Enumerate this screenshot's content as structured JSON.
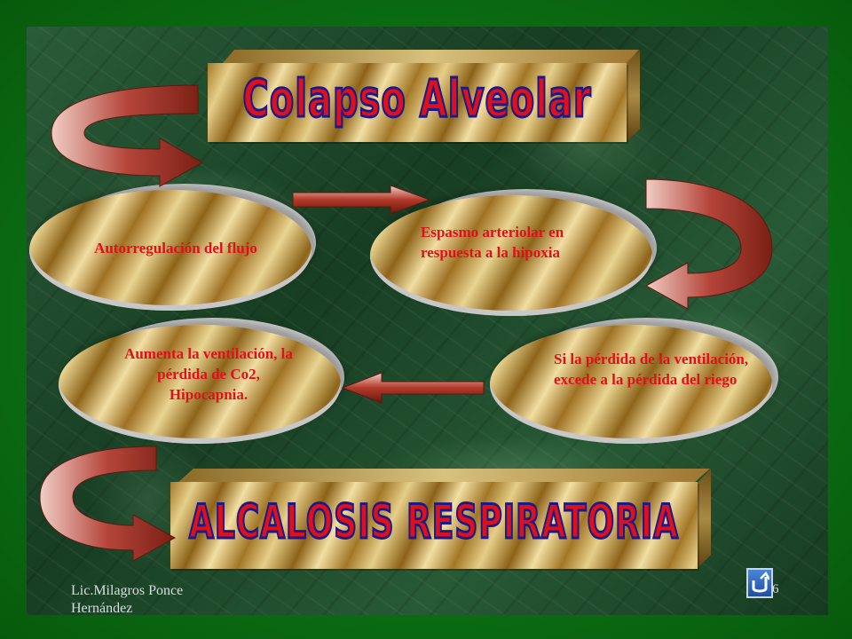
{
  "title": "Colapso Alveolar",
  "result": "ALCALOSIS RESPIRATORIA",
  "nodes": {
    "autorregulacion": "Autorregulación del flujo",
    "espasmo": "Espasmo arteriolar en respuesta a la hipoxia",
    "perdida": "Si la pérdida de la ventilación, excede a la pérdida del riego",
    "aumenta": "Aumenta la ventilación, la pérdida de Co2, Hipocapnia."
  },
  "footer": {
    "author_line1": "Lic.Milagros Ponce",
    "author_line2": "Hernández",
    "page": "6"
  },
  "colors": {
    "border_green": "#0a7a14",
    "text_red": "#e0101a",
    "title_outline": "#1a1a8a",
    "arrow_red": "#b23a2a"
  },
  "icons": {
    "nav": "return-arrow-icon"
  }
}
